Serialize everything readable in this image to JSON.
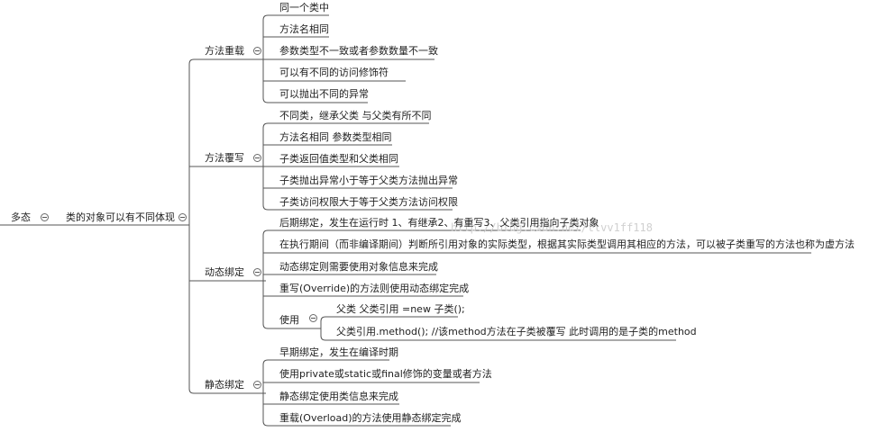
{
  "root": {
    "label": "多态",
    "child": "类的对象可以有不同体现"
  },
  "branches": [
    {
      "label": "方法重载",
      "items": [
        "同一个类中",
        "方法名相同",
        "参数类型不一致或者参数数量不一致",
        "可以有不同的访问修饰符",
        "可以抛出不同的异常"
      ]
    },
    {
      "label": "方法覆写",
      "items": [
        "不同类，继承父类 与父类有所不同",
        "方法名相同 参数类型相同",
        "子类返回值类型和父类相同",
        "子类抛出异常小于等于父类方法抛出异常",
        "子类访问权限大于等于父类方法访问权限"
      ]
    },
    {
      "label": "动态绑定",
      "items": [
        "后期绑定，发生在运行时  1、有继承2、有重写3、父类引用指向子类对象",
        "在执行期间（而非编译期间）判断所引用对象的实际类型，根据其实际类型调用其相应的方法，可以被子类重写的方法也称为虚方法",
        "动态绑定则需要使用对象信息来完成",
        "重写(Override)的方法则使用动态绑定完成"
      ],
      "usage": {
        "label": "使用",
        "items": [
          "父类    父类引用 =new 子类();",
          "父类引用.method();   //该method方法在子类被覆写  此时调用的是子类的method"
        ]
      }
    },
    {
      "label": "静态绑定",
      "items": [
        "早期绑定，发生在编译时期",
        "使用private或static或final修饰的变量或者方法",
        "静态绑定使用类信息来完成",
        "重载(Overload)的方法使用静态绑定完成"
      ]
    }
  ],
  "watermark": "http://blog.csdn.net/tlvv1ff118",
  "colors": {
    "line": "#555555",
    "text": "#222222",
    "watermark": "#d0d0d0"
  }
}
